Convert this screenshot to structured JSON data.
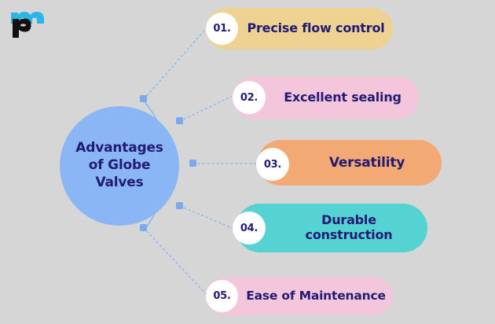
{
  "brand": {
    "logo_icon": "pm-monogram-logo",
    "logo_primary_color": "#29b6e8",
    "logo_secondary_color": "#111111"
  },
  "canvas": {
    "background_color": "#d6d6d6",
    "text_color": "#221a73",
    "connector_color": "#8ab6f5"
  },
  "center": {
    "title": "Advantages of Globe Valves",
    "title_line1": "Advantages",
    "title_line2": "of Globe",
    "title_line3": "Valves",
    "background_color": "#8ab6f5"
  },
  "items": [
    {
      "number": "01.",
      "label": "Precise flow control",
      "label_line1": "Precise flow control",
      "label_line2": "",
      "color": "#eed291"
    },
    {
      "number": "02.",
      "label": "Excellent sealing",
      "label_line1": "Excellent sealing",
      "label_line2": "",
      "color": "#f3c6dc"
    },
    {
      "number": "03.",
      "label": "Versatility",
      "label_line1": "Versatility",
      "label_line2": "",
      "color": "#f3a973"
    },
    {
      "number": "04.",
      "label": "Durable construction",
      "label_line1": "Durable",
      "label_line2": "construction",
      "color": "#55d2d2"
    },
    {
      "number": "05.",
      "label": "Ease of Maintenance",
      "label_line1": "Ease of Maintenance",
      "label_line2": "",
      "color": "#f3c6dc"
    }
  ]
}
